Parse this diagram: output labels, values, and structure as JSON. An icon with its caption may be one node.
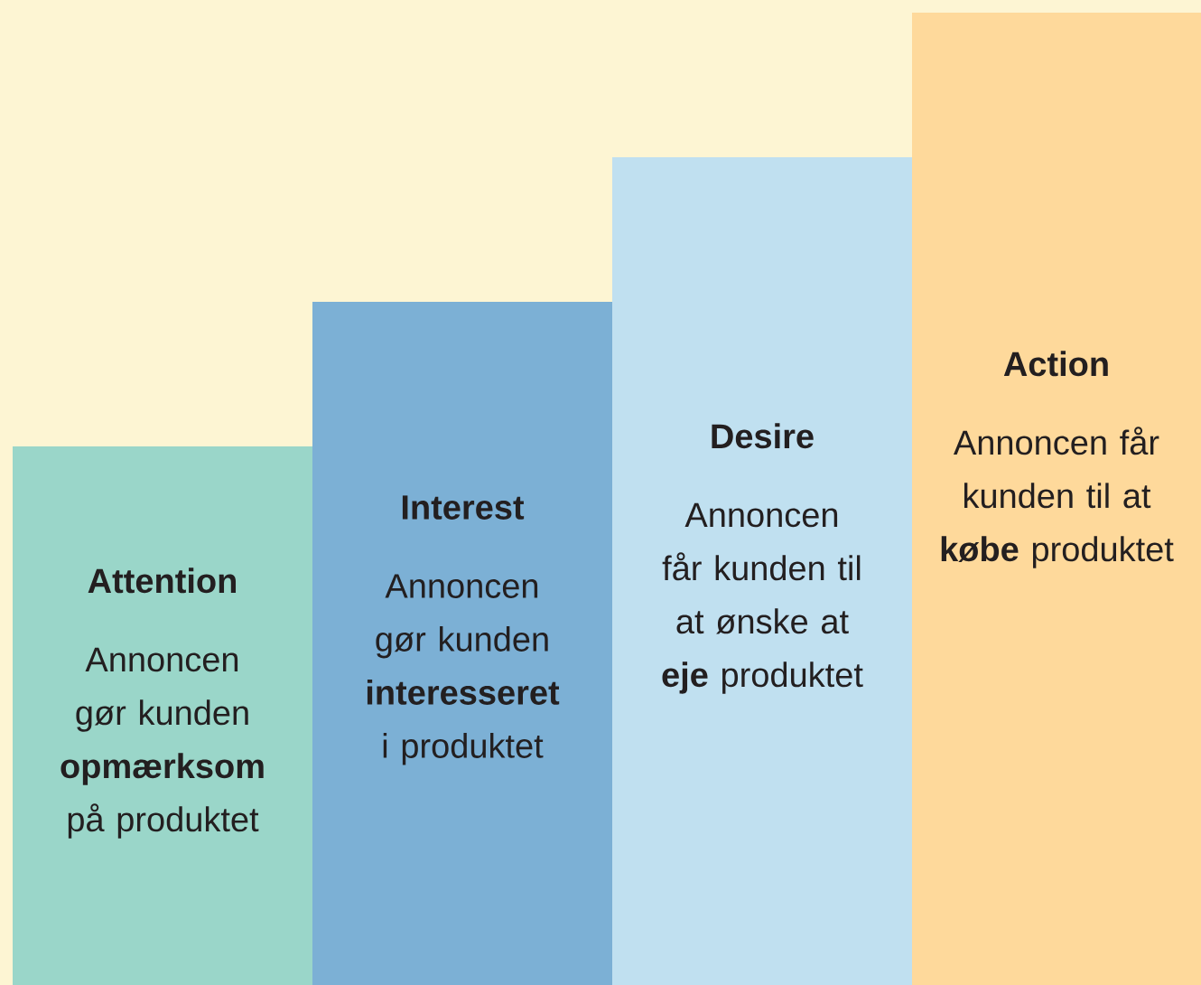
{
  "diagram": {
    "nodes": [
      {
        "text": [
          "Attention",
          "Annoncen gør kunden **opmærksom** på produktet"
        ]
      },
      {
        "text": [
          "Interest",
          "Annoncen gør kunden **interesseret** i produktet"
        ]
      },
      {
        "text": [
          "Desire",
          "Annoncen får kunden til at ønske at **eje** produktet"
        ]
      },
      {
        "text": [
          "Action",
          "Annoncen får kunden til at **købe** produktet"
        ]
      }
    ]
  }
}
